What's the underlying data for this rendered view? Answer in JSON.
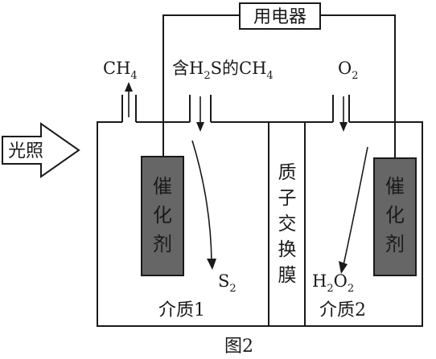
{
  "load_label": "用电器",
  "light_label": "光照",
  "inlet_left": "CH",
  "inlet_left_sub": "4",
  "inlet_mid_prefix": "含H",
  "inlet_mid_sub1": "2",
  "inlet_mid_mid": "S的CH",
  "inlet_mid_sub2": "4",
  "inlet_right": "O",
  "inlet_right_sub": "2",
  "catalyst_left": [
    "催",
    "化",
    "剂"
  ],
  "catalyst_right": [
    "催",
    "化",
    "剂"
  ],
  "membrane": [
    "质",
    "子",
    "交",
    "换",
    "膜"
  ],
  "product_left": "S",
  "product_left_sub": "2",
  "product_right_a": "H",
  "product_right_sub1": "2",
  "product_right_b": "O",
  "product_right_sub2": "2",
  "medium_1": "介质1",
  "medium_2": "介质2",
  "caption": "图2",
  "colors": {
    "ink": "#1a1a1a",
    "catalyst": "#666666",
    "background": "#ffffff"
  }
}
